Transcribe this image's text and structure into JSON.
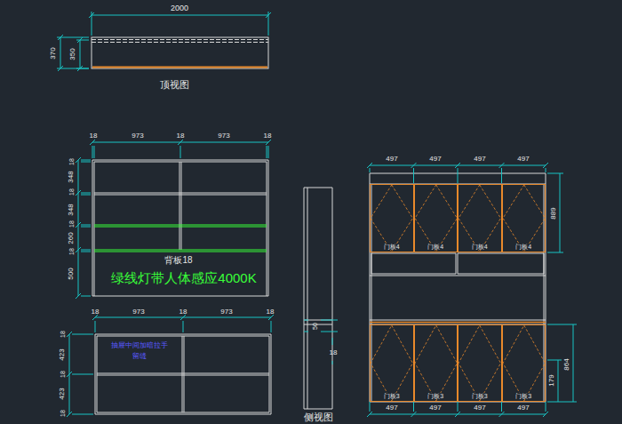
{
  "diagram": {
    "nodes": [
      {
        "text": [
          "门板4"
        ]
      },
      {
        "text": [
          "门板4"
        ]
      },
      {
        "text": [
          "门板4"
        ]
      },
      {
        "text": [
          "门板4"
        ]
      },
      {
        "text": [
          "门板3"
        ]
      },
      {
        "text": [
          "门板3"
        ]
      },
      {
        "text": [
          "门板3"
        ]
      },
      {
        "text": [
          "门板3"
        ]
      }
    ],
    "labels": [
      "2000",
      "370",
      "350",
      "顶视图",
      "18",
      "973",
      "18",
      "973",
      "18",
      "18",
      "348",
      "18",
      "348",
      "18",
      "260",
      "18",
      "500",
      "背板18",
      "绿线灯带人体感应4000K",
      "18",
      "973",
      "18",
      "973",
      "18",
      "18",
      "423",
      "18",
      "423",
      "18",
      "抽屉中间加暗拉手",
      "留缝",
      "50",
      "18",
      "侧视图",
      "497",
      "497",
      "497",
      "497",
      "889",
      "497",
      "497",
      "497",
      "497",
      "864",
      "179"
    ]
  }
}
